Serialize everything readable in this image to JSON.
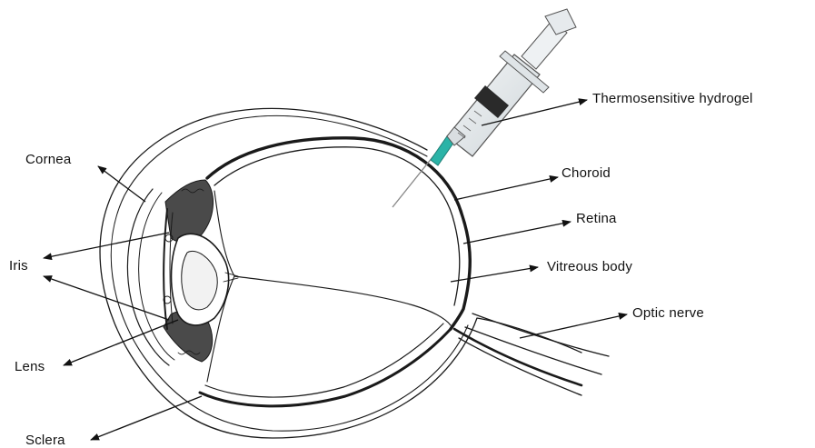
{
  "diagram": {
    "labels": {
      "cornea": "Cornea",
      "iris": "Iris",
      "lens": "Lens",
      "sclera": "Sclera",
      "hydrogel": "Thermosensitive hydrogel",
      "choroid": "Choroid",
      "retina": "Retina",
      "vitreous": "Vitreous body",
      "optic_nerve": "Optic nerve"
    },
    "colors": {
      "ink": "#1a1a1a",
      "needle_hub": "#2bb3a7",
      "syringe_body": "#e8ecef",
      "plunger": "#2a2a2a",
      "tissue_dark": "#4a4a4a"
    }
  }
}
